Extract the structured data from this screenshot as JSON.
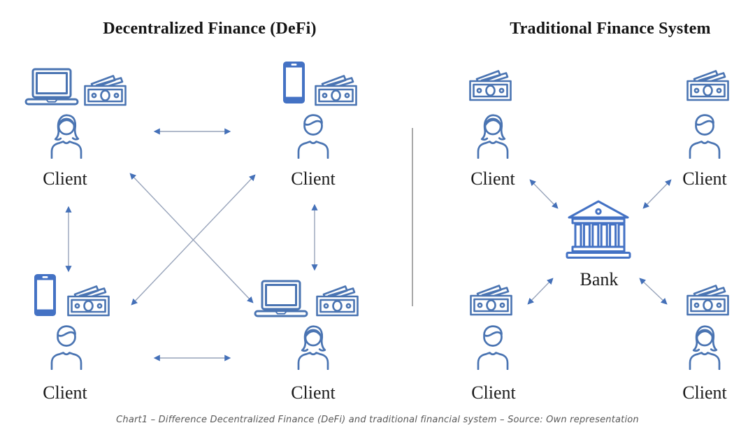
{
  "titles": {
    "left": "Decentralized Finance (DeFi)",
    "right": "Traditional Finance System"
  },
  "defi": {
    "clients": {
      "top_left": {
        "label": "Client",
        "person": "woman",
        "icons": [
          "laptop-icon",
          "money-icon"
        ]
      },
      "top_right": {
        "label": "Client",
        "person": "man",
        "icons": [
          "smartphone-icon",
          "money-icon"
        ]
      },
      "bottom_left": {
        "label": "Client",
        "person": "man",
        "icons": [
          "smartphone-icon",
          "money-icon"
        ]
      },
      "bottom_right": {
        "label": "Client",
        "person": "woman",
        "icons": [
          "laptop-icon",
          "money-icon"
        ]
      }
    },
    "connections": [
      "top_left <-> top_right",
      "bottom_left <-> bottom_right",
      "top_left <-> bottom_left",
      "top_right <-> bottom_right",
      "top_left <-> bottom_right",
      "bottom_left <-> top_right"
    ]
  },
  "traditional": {
    "bank": {
      "label": "Bank"
    },
    "clients": {
      "top_left": {
        "label": "Client",
        "person": "woman",
        "icons": [
          "money-icon"
        ]
      },
      "top_right": {
        "label": "Client",
        "person": "man",
        "icons": [
          "money-icon"
        ]
      },
      "bottom_left": {
        "label": "Client",
        "person": "man",
        "icons": [
          "money-icon"
        ]
      },
      "bottom_right": {
        "label": "Client",
        "person": "woman",
        "icons": [
          "money-icon"
        ]
      }
    },
    "connections": [
      "top_left <-> bank",
      "top_right <-> bank",
      "bottom_left <-> bank",
      "bottom_right <-> bank"
    ]
  },
  "caption": "Chart1 – Difference Decentralized Finance (DeFi) and traditional financial system – Source: Own representation",
  "colors": {
    "icon_stroke": "#4a74b2",
    "phone_fill": "#4472c4",
    "bank_stroke": "#4472c4",
    "arrow_head": "#4470b8",
    "arrow_shaft": "#97a3ba",
    "divider": "#a9a9a9",
    "title_text": "#151515",
    "caption_text": "#595959"
  }
}
